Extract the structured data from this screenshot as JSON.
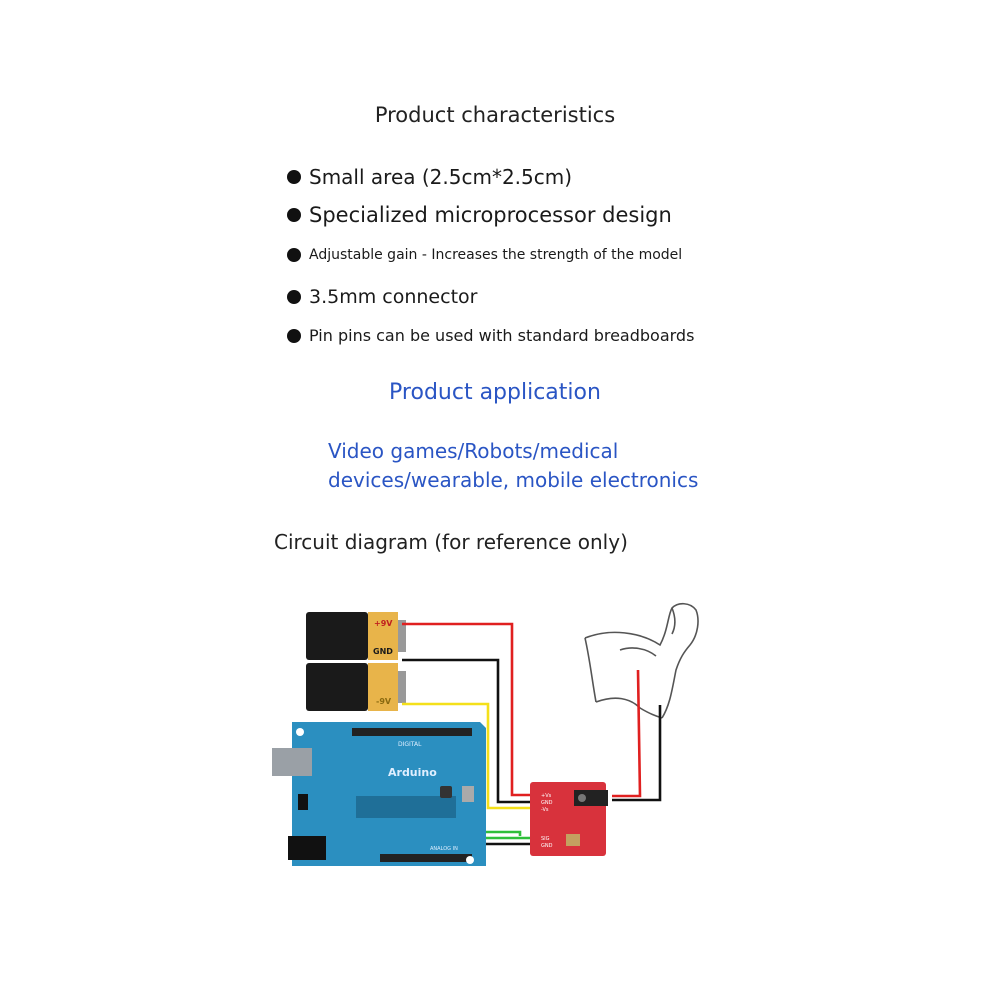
{
  "characteristics": {
    "title": "Product characteristics",
    "features": [
      "Small area (2.5cm*2.5cm)",
      "Specialized microprocessor design",
      "Adjustable gain - Increases the strength of the model",
      "3.5mm connector",
      "Pin pins can be used with standard breadboards"
    ]
  },
  "application": {
    "title": "Product application",
    "line1": "Video games/Robots/medical",
    "line2": "devices/wearable, mobile electronics"
  },
  "circuit": {
    "title": "Circuit diagram (for reference only)",
    "battery_top_label": "+9V",
    "battery_gnd_label": "GND",
    "battery_bottom_label": "-9V",
    "board_label": "Arduino",
    "board_digital_label": "DIGITAL",
    "board_analog_label": "ANALOG IN",
    "sensor_pin_vs_pos": "+Vs",
    "sensor_pin_gnd": "GND",
    "sensor_pin_vs_neg": "-Vs",
    "sensor_pin_sig": "SIG",
    "sensor_pin_gnd2": "GND",
    "colors": {
      "wire_red": "#e02020",
      "wire_black": "#111111",
      "wire_yellow": "#f4e01a",
      "wire_green": "#2fbf3a",
      "board": "#2b8fc0",
      "sensor": "#d8323c",
      "accent_blue": "#2a55c4"
    }
  }
}
